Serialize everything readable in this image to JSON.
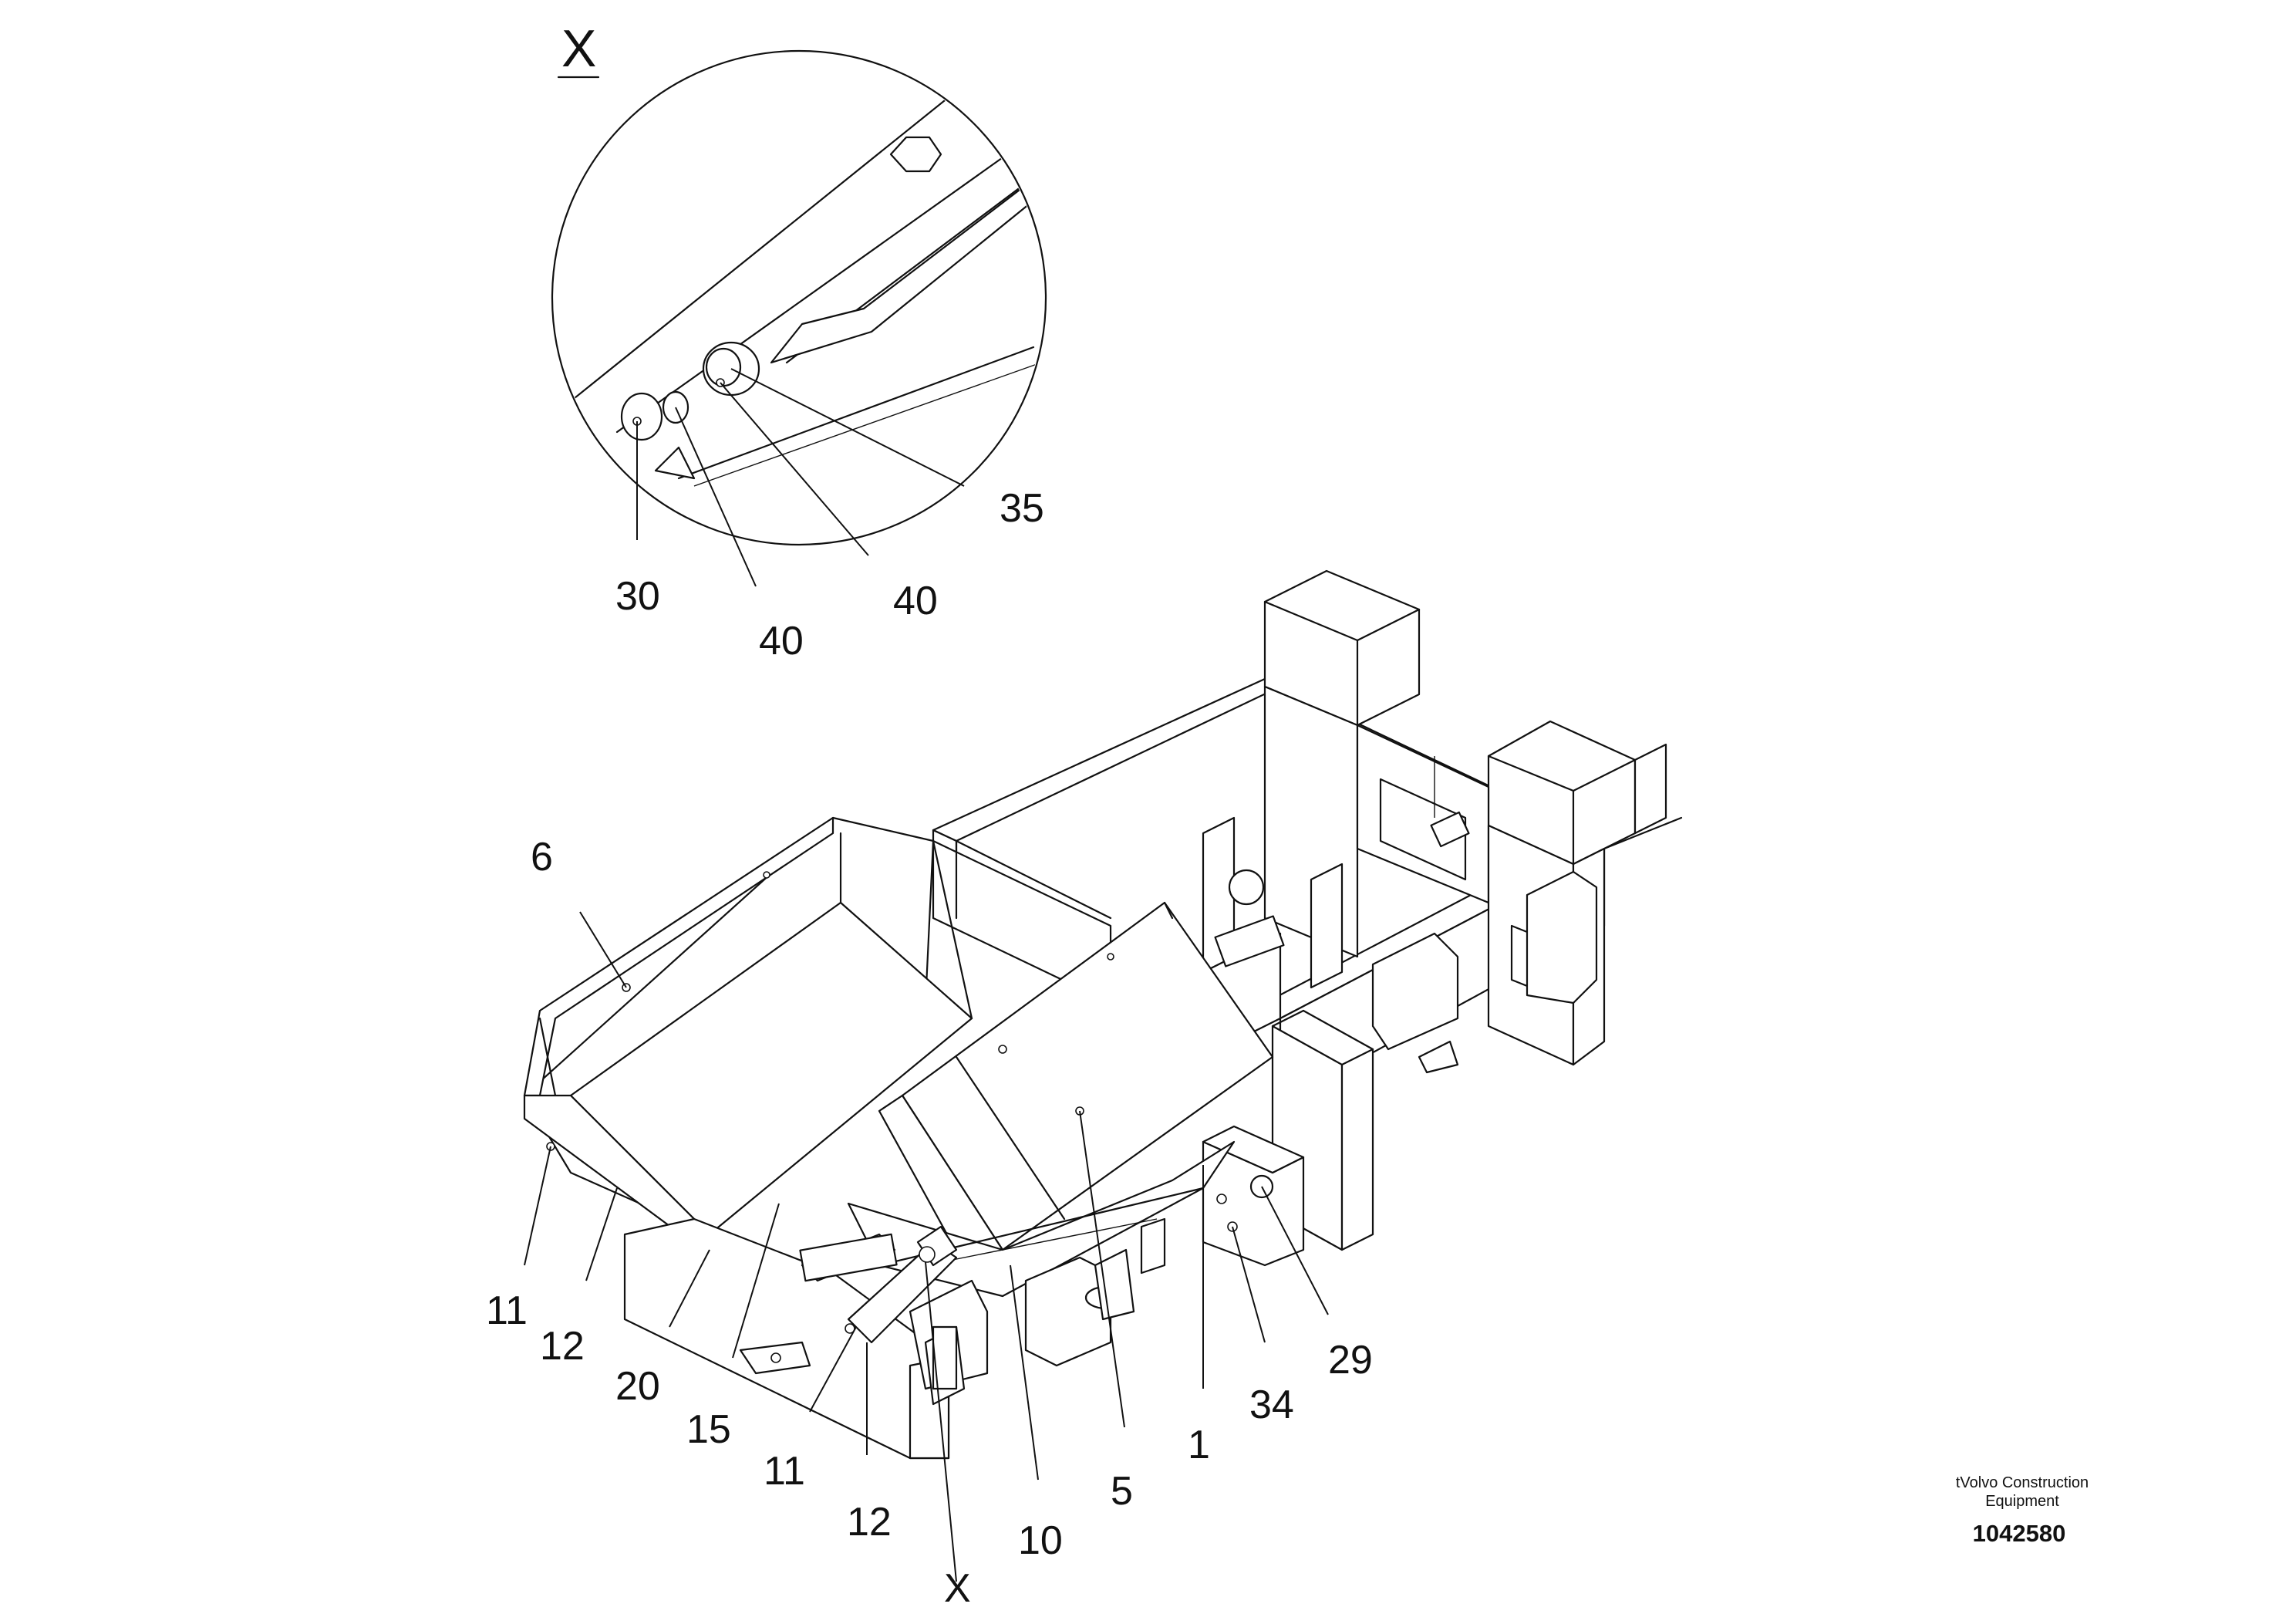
{
  "detail": {
    "label": "X",
    "callouts": [
      "30",
      "40",
      "40",
      "35"
    ]
  },
  "view_marker": "X",
  "callouts": [
    "6",
    "11",
    "12",
    "20",
    "15",
    "11",
    "12",
    "10",
    "5",
    "1",
    "34",
    "29"
  ],
  "footer": {
    "company": "tVolvo Construction Equipment",
    "company_line1": "tVolvo Construction",
    "company_line2": "Equipment",
    "part_number": "1042580"
  }
}
